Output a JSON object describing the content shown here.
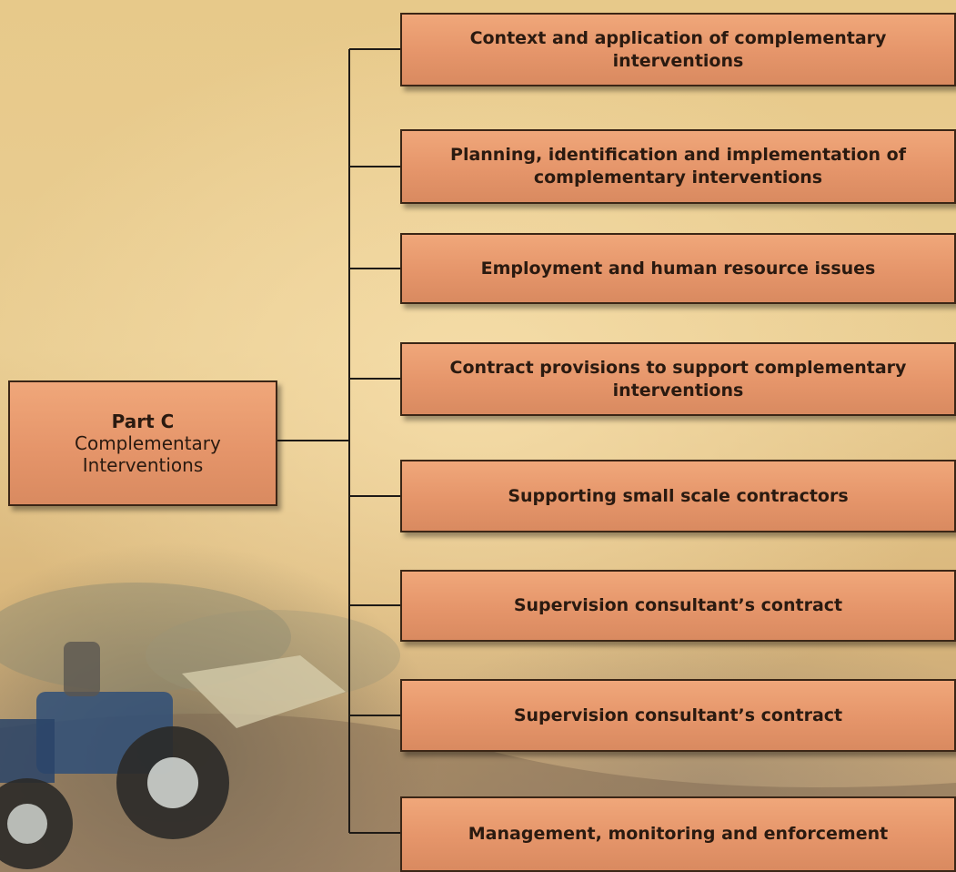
{
  "root": {
    "title": "Part C",
    "subtitle": "Complementary Interventions"
  },
  "items": [
    {
      "label": "Context and application of complementary interventions"
    },
    {
      "label": "Planning, identification and implementation of complementary interventions"
    },
    {
      "label": "Employment and human resource issues"
    },
    {
      "label": "Contract provisions to support complementary interventions"
    },
    {
      "label": "Supporting small scale contractors"
    },
    {
      "label": "Supervision consultant’s contract"
    },
    {
      "label": "Supervision consultant’s contract"
    },
    {
      "label": "Management, monitoring and enforcement"
    }
  ],
  "colors": {
    "box_fill": "#e5956a",
    "box_border": "#3b2616",
    "connector": "#1e1a16",
    "background": "#e9cd92"
  }
}
